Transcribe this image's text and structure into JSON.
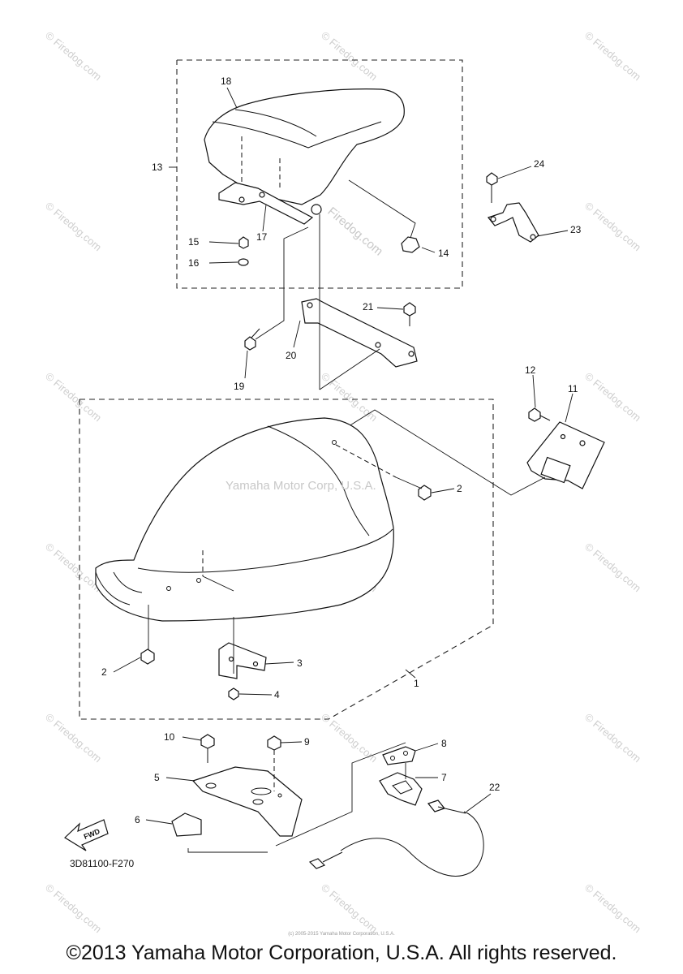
{
  "diagram_code": "3D81100-F270",
  "fwd_label": "FWD",
  "copyright": "©2013 Yamaha Motor Corporation, U.S.A. All rights reserved.",
  "watermark_center": "Yamaha Motor Corp, U.S.A.",
  "watermark_tile": "© Firedog.com",
  "watermark_rotated": "Firedog.com",
  "tiny_notice": "(c) 2005-2015 Yamaha Motor Corporation, U.S.A.",
  "callouts": [
    "1",
    "2",
    "2",
    "3",
    "4",
    "5",
    "6",
    "7",
    "8",
    "9",
    "10",
    "11",
    "12",
    "13",
    "14",
    "15",
    "16",
    "17",
    "18",
    "19",
    "20",
    "21",
    "22",
    "23",
    "24"
  ]
}
